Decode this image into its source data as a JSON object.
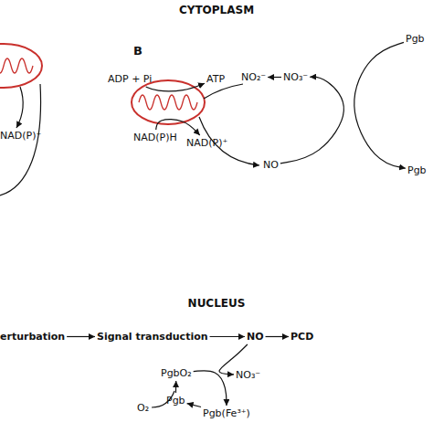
{
  "diagram": {
    "nodes": [
      {
        "text": [
          "ADP + Pi"
        ]
      },
      {
        "text": [
          "ATP"
        ]
      },
      {
        "text": [
          "NO₂⁻"
        ]
      },
      {
        "text": [
          "NO₃⁻"
        ]
      },
      {
        "text": [
          "Pgb"
        ]
      },
      {
        "text": [
          "NAD(P)H"
        ]
      },
      {
        "text": [
          "NAD(P)⁺"
        ]
      },
      {
        "text": [
          "NO"
        ]
      },
      {
        "text": [
          "Pgb"
        ]
      },
      {
        "text": [
          "erturbation"
        ]
      },
      {
        "text": [
          "Signal transduction"
        ]
      },
      {
        "text": [
          "NO"
        ]
      },
      {
        "text": [
          "PCD"
        ]
      },
      {
        "text": [
          "PgbO₂"
        ]
      },
      {
        "text": [
          "NO₃⁻"
        ]
      },
      {
        "text": [
          "Pgb"
        ]
      },
      {
        "text": [
          "Pgb(Fe³⁺)"
        ]
      }
    ],
    "edges": [
      {
        "from": 0,
        "to": 1,
        "arrow": "to"
      },
      {
        "from": 3,
        "to": 2,
        "arrow": "to"
      },
      {
        "from": 5,
        "to": 6,
        "arrow": "to"
      },
      {
        "from": 7,
        "to": 3,
        "arrow": "to"
      },
      {
        "from": 4,
        "to": 8,
        "arrow": "to"
      },
      {
        "from": 9,
        "to": 10,
        "arrow": "to"
      },
      {
        "from": 10,
        "to": 11,
        "arrow": "to"
      },
      {
        "from": 11,
        "to": 12,
        "arrow": "to"
      },
      {
        "from": 11,
        "to": 14,
        "arrow": "to"
      },
      {
        "from": 13,
        "to": 16,
        "arrow": "to"
      },
      {
        "from": 16,
        "to": 15,
        "arrow": "to"
      },
      {
        "from": 15,
        "to": 13,
        "arrow": "to"
      }
    ],
    "labels": [
      "CYTOPLASM",
      "B",
      "NAD(P)⁺",
      "NUCLEUS",
      "O₂"
    ]
  }
}
